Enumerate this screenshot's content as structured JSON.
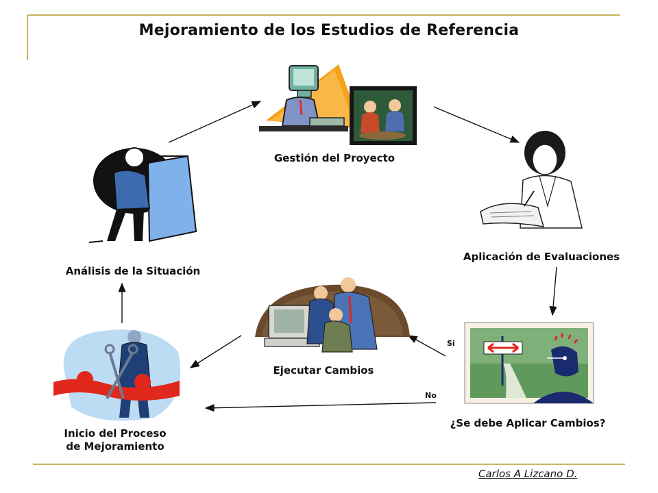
{
  "title": "Mejoramiento de los Estudios de Referencia",
  "nodes": {
    "gestion": "Gestión del Proyecto",
    "aplicacion": "Aplicación de Evaluaciones",
    "decision": "¿Se debe Aplicar Cambios?",
    "ejecutar": "Ejecutar Cambios",
    "inicio_line1": "Inicio del Proceso",
    "inicio_line2": "de Mejoramiento",
    "analisis": "Análisis de la Situación"
  },
  "edges": {
    "yes": "Si",
    "no": "No"
  },
  "author": "Carlos A Lizcano D.",
  "colors": {
    "accent_line": "#c8b560",
    "arrow": "#111111",
    "red": "#e0281c",
    "blue": "#3f6fb5",
    "green_bg": "#7fb07a"
  }
}
